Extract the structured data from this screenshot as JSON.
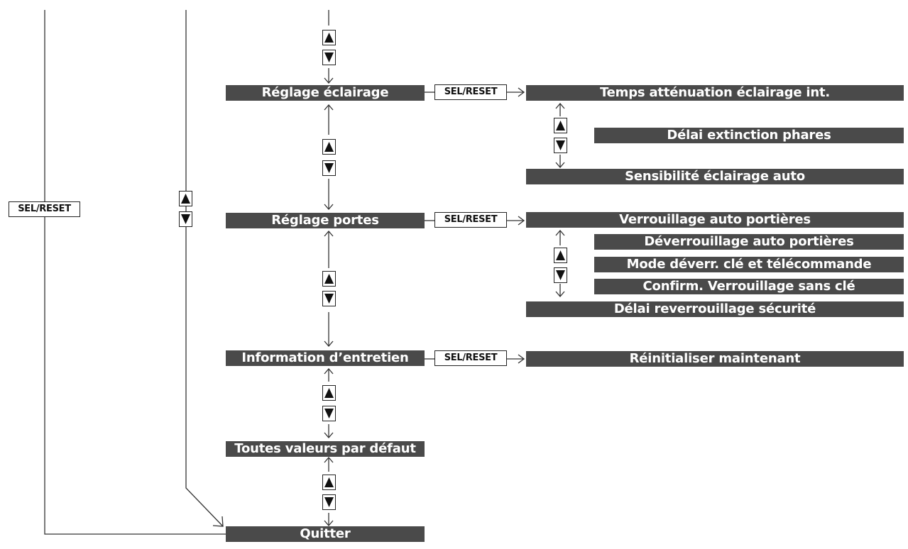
{
  "sel_reset_label": "SEL/RESET",
  "main_menu": {
    "lighting": "Réglage éclairage",
    "doors": "Réglage portes",
    "maintenance": "Information d’entretien",
    "defaults": "Toutes valeurs par défaut",
    "quit": "Quitter"
  },
  "lighting_submenu": {
    "interior_dim_time": "Temps atténuation éclairage int.",
    "headlight_off_delay": "Délai extinction phares",
    "auto_light_sensitivity": "Sensibilité éclairage auto"
  },
  "doors_submenu": {
    "auto_lock": "Verrouillage auto portières",
    "auto_unlock": "Déverrouillage auto portières",
    "key_remote_unlock_mode": "Mode déverr. clé et télécommande",
    "keyless_lock_confirm": "Confirm. Verrouillage sans clé",
    "security_relock_delay": "Délai reverrouillage sécurité"
  },
  "maintenance_submenu": {
    "reset_now": "Réinitialiser maintenant"
  },
  "icons": {
    "up": "up-triangle-icon",
    "down": "down-triangle-icon",
    "arrow": "arrow-icon"
  },
  "colors": {
    "bar_fill": "#4a4a4a",
    "bar_text": "#ffffff",
    "line": "#333333"
  }
}
